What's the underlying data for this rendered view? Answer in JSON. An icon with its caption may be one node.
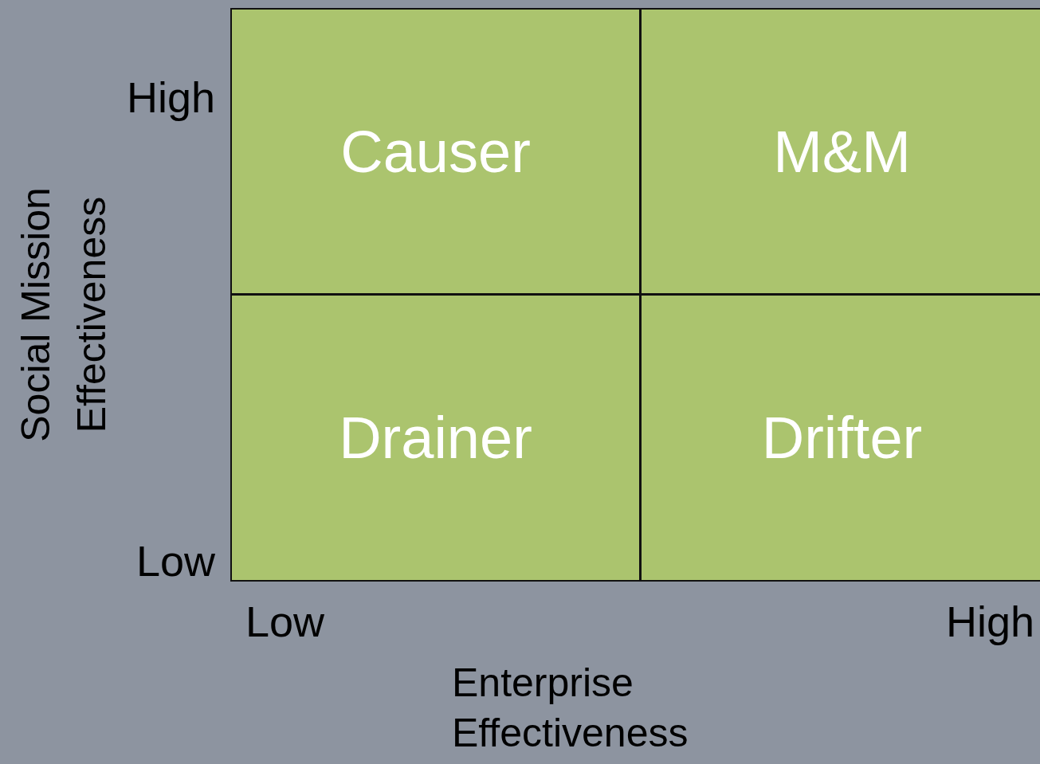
{
  "diagram": {
    "nodes": [
      {
        "text": [
          "Causer"
        ]
      },
      {
        "text": [
          "M&M"
        ]
      },
      {
        "text": [
          "Drainer"
        ]
      },
      {
        "text": [
          "Drifter"
        ]
      }
    ],
    "labels": [
      "Social Mission Effectiveness",
      "High",
      "Low",
      "Low",
      "High",
      "Enterprise Effectiveness"
    ]
  }
}
